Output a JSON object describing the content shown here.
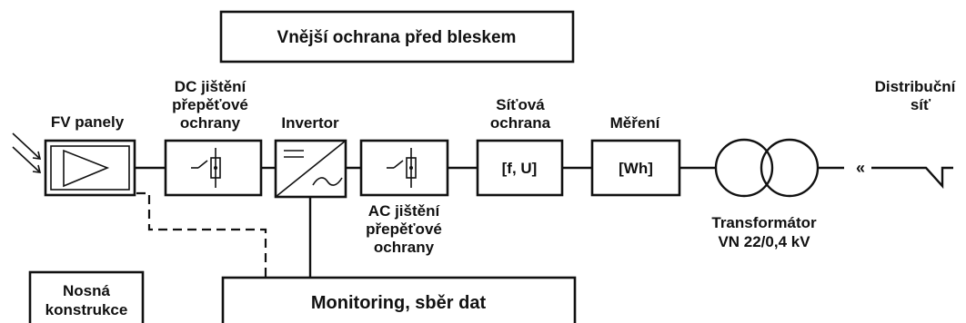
{
  "labels": {
    "lightning_protection": "Vnější ochrana před bleskem",
    "pv_panels": "FV panely",
    "dc_protection": [
      "DC jištění",
      "přepěťové",
      "ochrany"
    ],
    "inverter": "Invertor",
    "grid_protection_title": [
      "Síťová",
      "ochrana"
    ],
    "grid_protection_value": "[f, U]",
    "metering_title": "Měření",
    "metering_value": "[Wh]",
    "distribution_grid": [
      "Distribuční",
      "síť"
    ],
    "ac_protection": [
      "AC jištění",
      "přepěťové",
      "ochrany"
    ],
    "transformer": [
      "Transformátor",
      "VN 22/0,4 kV"
    ],
    "support_structure": [
      "Nosná",
      "konstrukce"
    ],
    "monitoring": "Monitoring, sběr dat",
    "grid_arrow": "«"
  }
}
